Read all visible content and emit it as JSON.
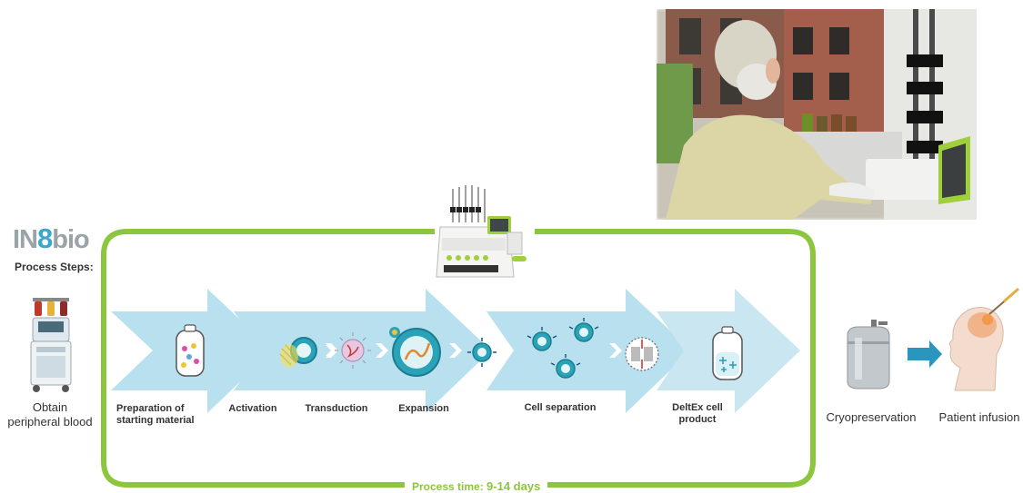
{
  "logo": {
    "prefix": "IN",
    "digit": "8",
    "suffix": "bio"
  },
  "header": {
    "process_steps": "Process Steps:"
  },
  "steps": {
    "obtain": [
      "Obtain",
      "peripheral blood"
    ],
    "prep": [
      "Preparation of",
      "starting material"
    ],
    "activation": "Activation",
    "transduction": "Transduction",
    "expansion": "Expansion",
    "cell_separation": "Cell separation",
    "product": [
      "DeltEx cell",
      "product"
    ],
    "cryopreservation": "Cryopreservation",
    "patient_infusion": "Patient infusion"
  },
  "process_time": {
    "label": "Process time:",
    "value": "9-14 days"
  },
  "colors": {
    "frame_green": "#8cc63f",
    "arrow_fill": "#b8e0ee",
    "cell_teal": "#2aa3b8",
    "infusion_arrow": "#2a95bd"
  },
  "icons": [
    "blood-collection-machine-icon",
    "cell-bag-icon",
    "bioreactor-device-icon",
    "cryo-tank-icon",
    "patient-head-icon",
    "lab-photo"
  ]
}
